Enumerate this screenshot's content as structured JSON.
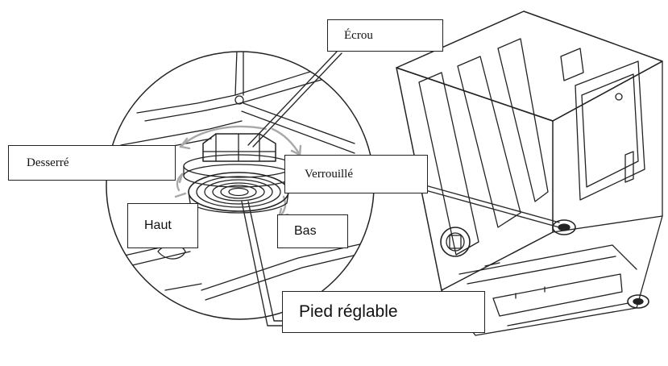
{
  "diagram": {
    "labels": {
      "nut": "Écrou",
      "loosened": "Desserré",
      "locked": "Verrouillé",
      "up": "Haut",
      "down": "Bas",
      "adjustable_foot": "Pied réglable"
    }
  },
  "colors": {
    "ink": "#222222",
    "arrow": "#a8a8a8",
    "background": "#ffffff"
  }
}
